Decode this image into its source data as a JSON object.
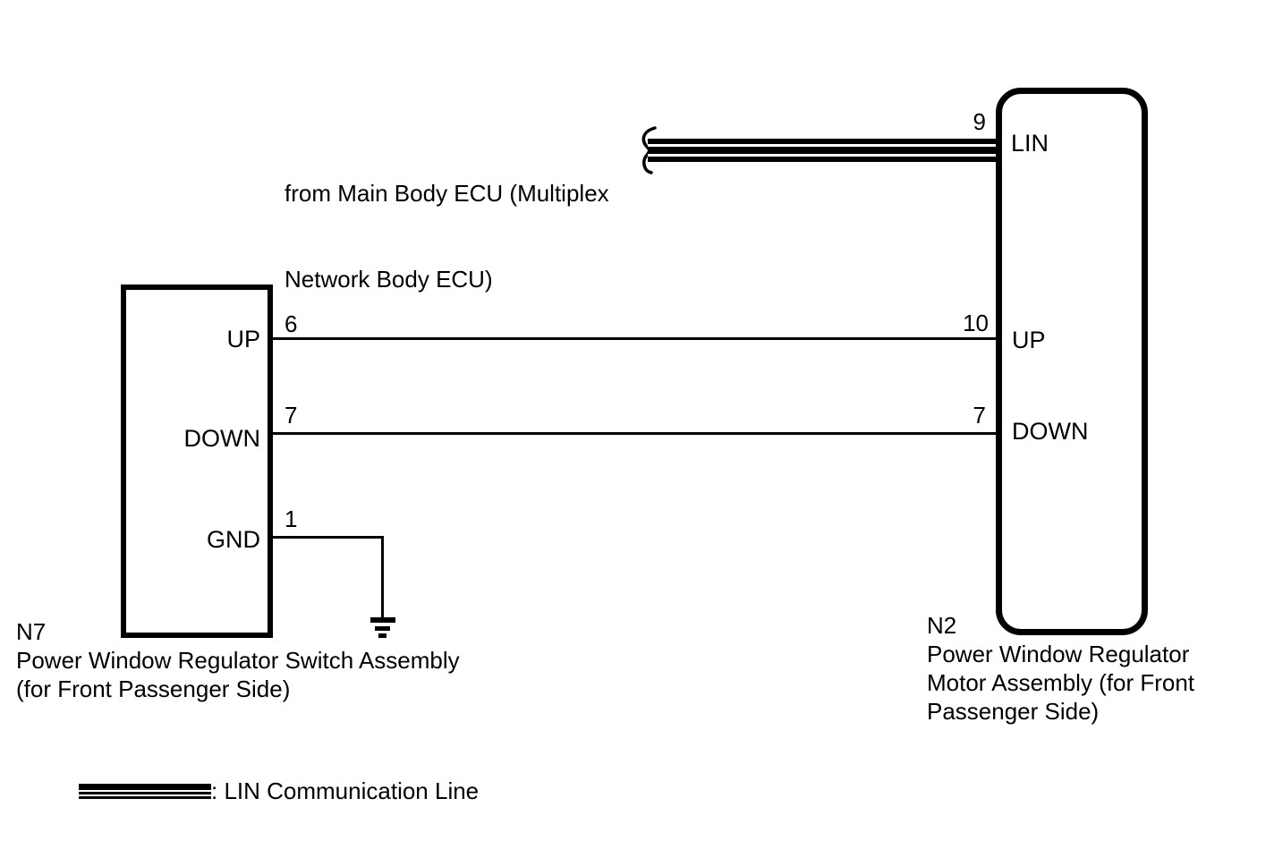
{
  "diagram": {
    "ecu_note": {
      "line1": "from Main Body ECU (Multiplex",
      "line2": "Network Body ECU)"
    },
    "left_component": {
      "id": "N7",
      "name_line1": "Power Window Regulator Switch Assembly",
      "name_line2": "(for Front Passenger Side)",
      "pins": [
        {
          "number": "6",
          "label": "UP"
        },
        {
          "number": "7",
          "label": "DOWN"
        },
        {
          "number": "1",
          "label": "GND"
        }
      ]
    },
    "right_component": {
      "id": "N2",
      "name_line1": "Power Window Regulator",
      "name_line2": "Motor Assembly (for Front",
      "name_line3": "Passenger Side)",
      "pins": [
        {
          "number": "9",
          "label": "LIN"
        },
        {
          "number": "10",
          "label": "UP"
        },
        {
          "number": "7",
          "label": "DOWN"
        }
      ]
    },
    "legend": {
      "label": ": LIN Communication Line"
    },
    "colors": {
      "ink": "#000000",
      "background": "#ffffff"
    }
  }
}
